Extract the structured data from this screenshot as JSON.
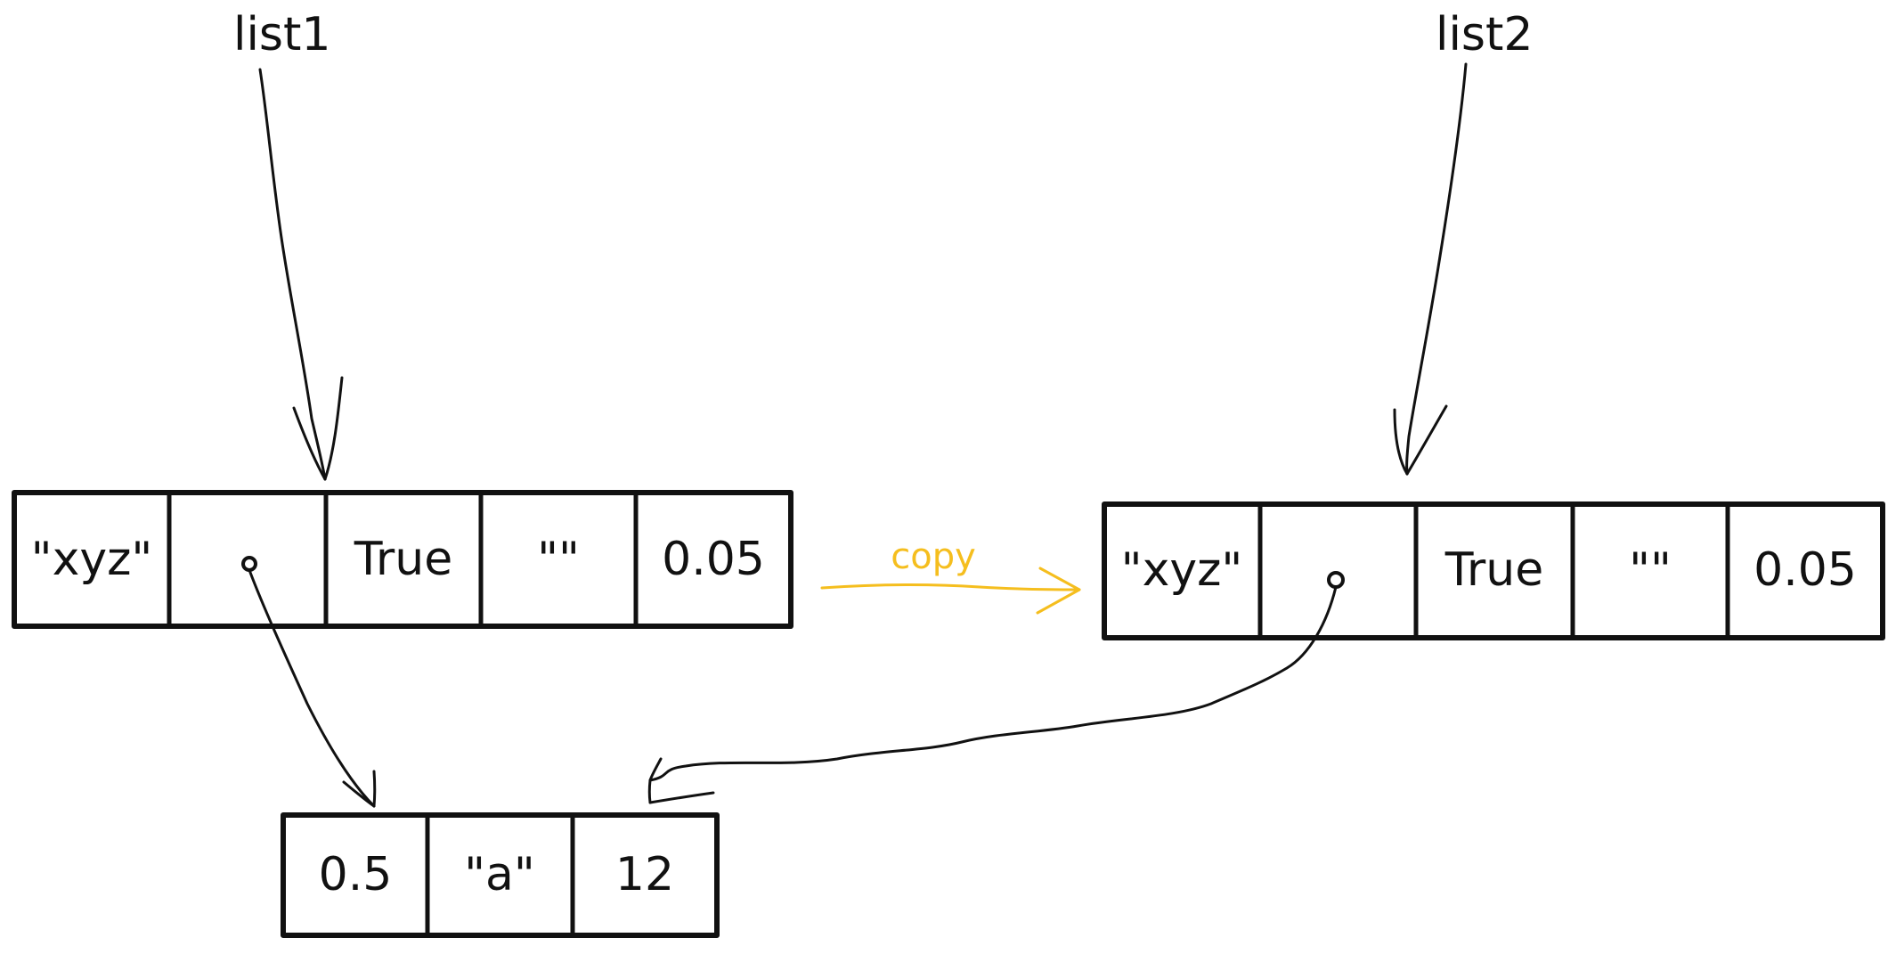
{
  "list1": {
    "name": "list1",
    "cells": [
      "\"xyz\"",
      "",
      "True",
      "\"\"",
      "0.05"
    ]
  },
  "list2": {
    "name": "list2",
    "cells": [
      "\"xyz\"",
      "",
      "True",
      "\"\"",
      "0.05"
    ]
  },
  "nested_list": {
    "cells": [
      "0.5",
      "\"a\"",
      "12"
    ]
  },
  "copy_label": "copy",
  "colors": {
    "ink": "#111111",
    "copy_accent": "#f5be1e",
    "background": "#ffffff"
  }
}
